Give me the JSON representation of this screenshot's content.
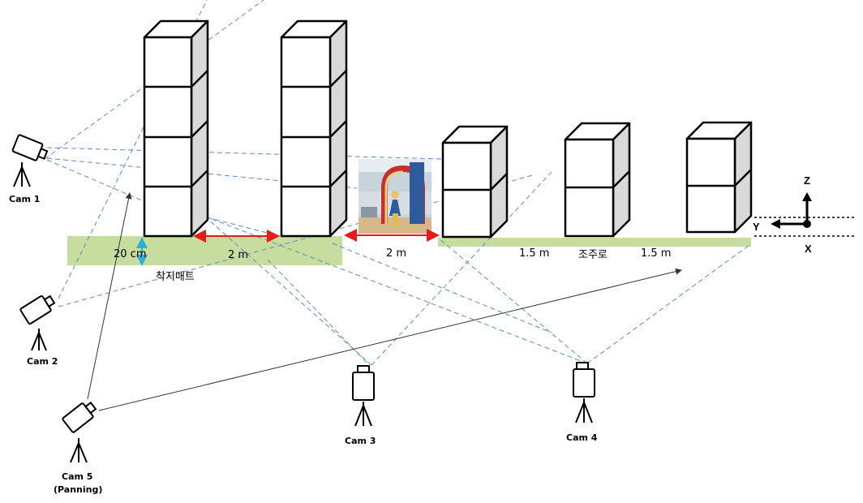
{
  "labels": {
    "mat_height": "20 cm",
    "gap_1": "2 m",
    "gap_2": "2 m",
    "gap_3": "1.5 m",
    "gap_4": "1.5 m",
    "landing_mat": "착지매트",
    "runway": "조주로"
  },
  "cameras": {
    "cam1": "Cam 1",
    "cam2": "Cam 2",
    "cam3": "Cam 3",
    "cam4": "Cam 4",
    "cam5_line1": "Cam 5",
    "cam5_line2": "(Panning)"
  },
  "axes": {
    "z": "Z",
    "y": "Y",
    "x": "X"
  },
  "colors": {
    "mat": "#c6dd9f",
    "sight_line": "#5b8bc9",
    "dimension_arrow": "#e31b1b",
    "height_arrow": "#2bb0d1",
    "block_front": "#ffffff",
    "block_top": "#ffffff",
    "block_side": "#d9d9d9"
  }
}
